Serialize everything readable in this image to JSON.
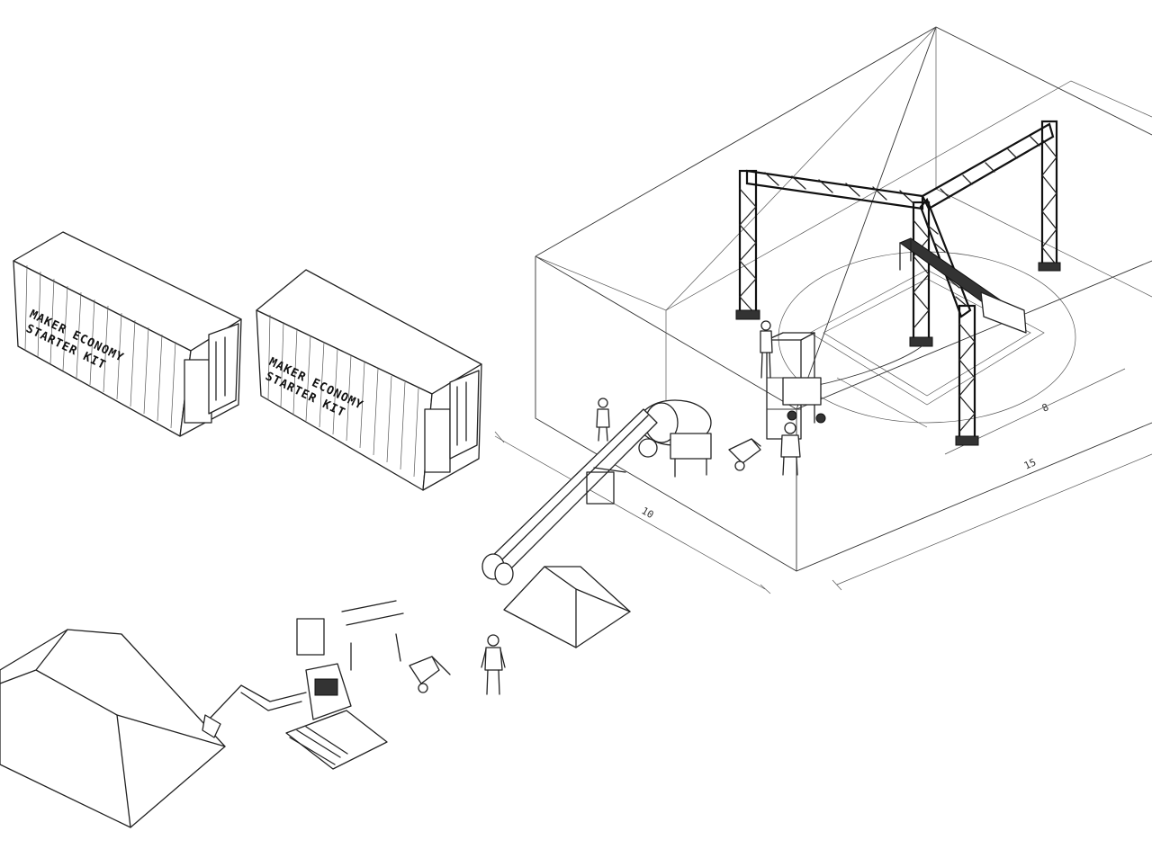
{
  "containers": [
    {
      "line1": "MAKER ECONOMY",
      "line2": "STARTER KIT"
    },
    {
      "line1": "MAKER ECONOMY",
      "line2": "STARTER KIT"
    }
  ],
  "dimensions": {
    "width": "10",
    "length": "15",
    "depth": "8"
  }
}
